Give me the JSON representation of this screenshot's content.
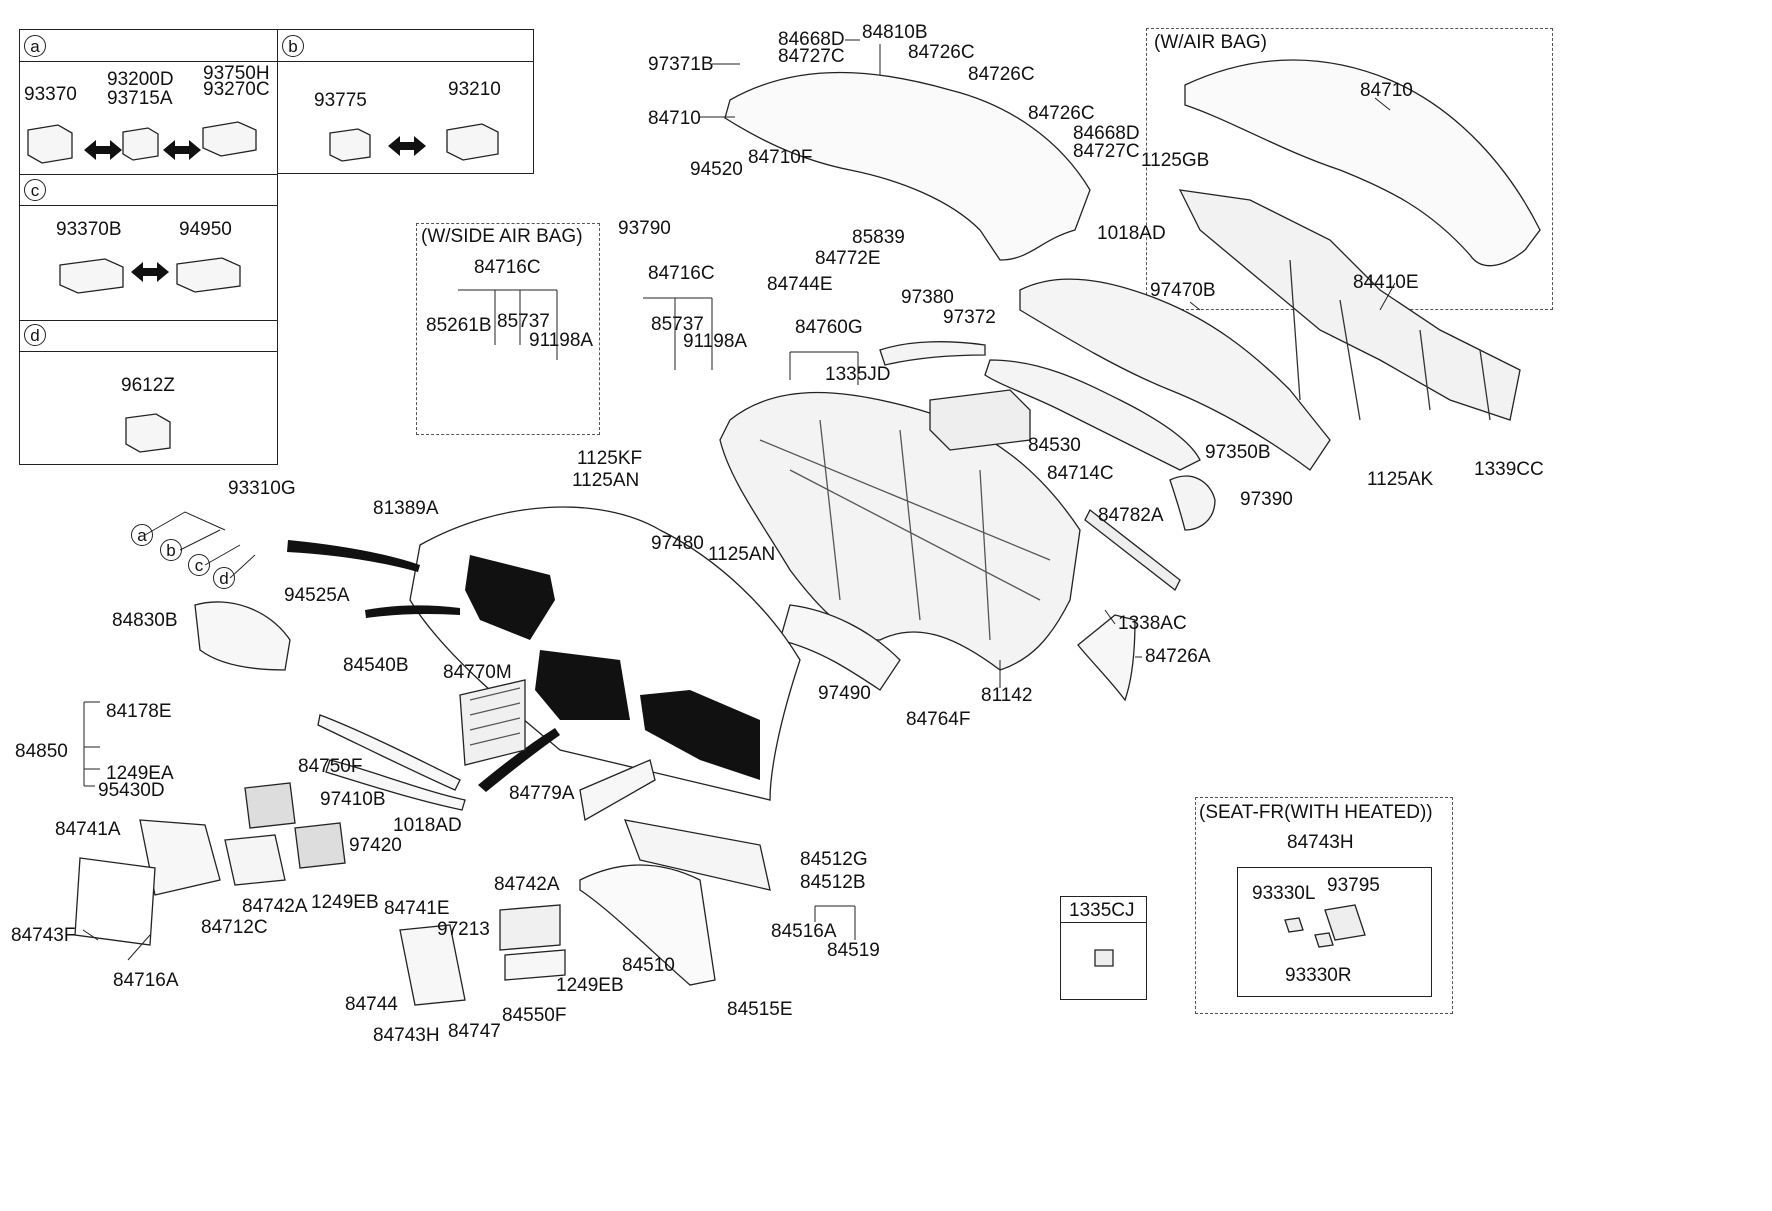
{
  "legend": {
    "panel_a": {
      "tag": "a",
      "parts": [
        "93370",
        "93200D",
        "93715A",
        "93750H",
        "93270C"
      ]
    },
    "panel_b": {
      "tag": "b",
      "parts": [
        "93775",
        "93210"
      ]
    },
    "panel_c": {
      "tag": "c",
      "parts": [
        "93370B",
        "94950"
      ]
    },
    "panel_d": {
      "tag": "d",
      "parts": [
        "9612Z"
      ]
    }
  },
  "groups": {
    "airbag": "(W/AIR BAG)",
    "side_airbag": "(W/SIDE AIR BAG)",
    "seat_heated": "(SEAT-FR(WITH HEATED))",
    "box_1335cj": "1335CJ"
  },
  "callout_tags": [
    "a",
    "b",
    "c",
    "d"
  ],
  "parts": [
    "97371B",
    "84668D",
    "84727C",
    "84810B",
    "84726C",
    "84726C",
    "84710",
    "84726C",
    "84668D",
    "84727C",
    "84710F",
    "94520",
    "85839",
    "93790",
    "84772E",
    "84744E",
    "1125GB",
    "1018AD",
    "84710",
    "84716C",
    "85261B",
    "85737",
    "91198A",
    "84716C",
    "85737",
    "91198A",
    "84760G",
    "1335JD",
    "97380",
    "97372",
    "97470B",
    "84410E",
    "84530",
    "97350B",
    "84714C",
    "1125KF",
    "1125AN",
    "97480",
    "1125AN",
    "97390",
    "1125AK",
    "1339CC",
    "84782A",
    "1338AC",
    "93310G",
    "81389A",
    "94525A",
    "84830B",
    "84540B",
    "84770M",
    "97490",
    "81142",
    "84764F",
    "84726A",
    "84178E",
    "84850",
    "1249EA",
    "95430D",
    "84750F",
    "97410B",
    "84779A",
    "1018AD",
    "84741A",
    "97420",
    "84742A",
    "1249EB",
    "84712C",
    "84743F",
    "84716A",
    "84741E",
    "97213",
    "84742A",
    "84744",
    "84743H",
    "84747",
    "1249EB",
    "84550F",
    "84510",
    "84512G",
    "84512B",
    "84516A",
    "84519",
    "84515E",
    "84743H",
    "93330L",
    "93795",
    "93330R"
  ],
  "colors": {
    "ink": "#111111",
    "fill": "#ffffff",
    "dark": "#1a1a1a",
    "shade": "#e8e8e8"
  }
}
